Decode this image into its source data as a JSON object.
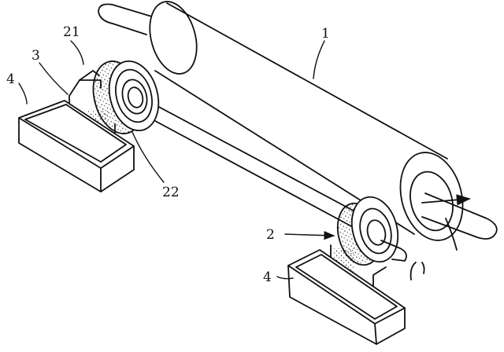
{
  "labels": {
    "roller": "1",
    "wheel": "2",
    "wheel_part": "21",
    "wheel_ring": "22",
    "block": "3",
    "trough_left": "4",
    "trough_right": "4"
  },
  "colors": {
    "ink": "#111111",
    "background": "#ffffff"
  }
}
